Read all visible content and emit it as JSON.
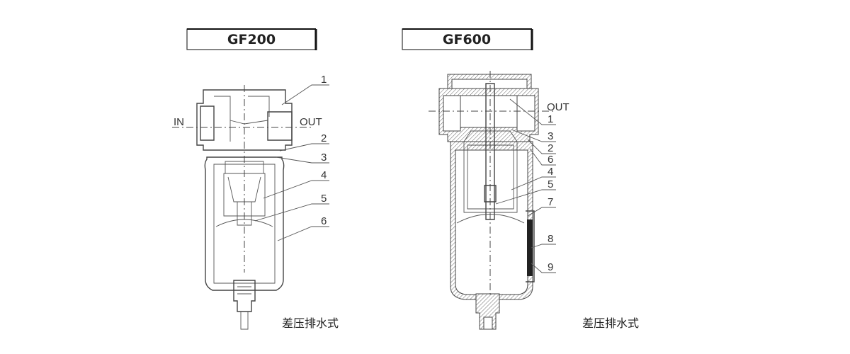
{
  "models": [
    {
      "title": "GF200",
      "inlet_label": "IN",
      "outlet_label": "OUT",
      "part_numbers": [
        "1",
        "2",
        "3",
        "4",
        "5",
        "6"
      ],
      "caption": "差压排水式"
    },
    {
      "title": "GF600",
      "outlet_label": "OUT",
      "part_numbers": [
        "1",
        "3",
        "2",
        "6",
        "4",
        "5",
        "7",
        "8",
        "9"
      ],
      "caption": "差压排水式"
    }
  ]
}
